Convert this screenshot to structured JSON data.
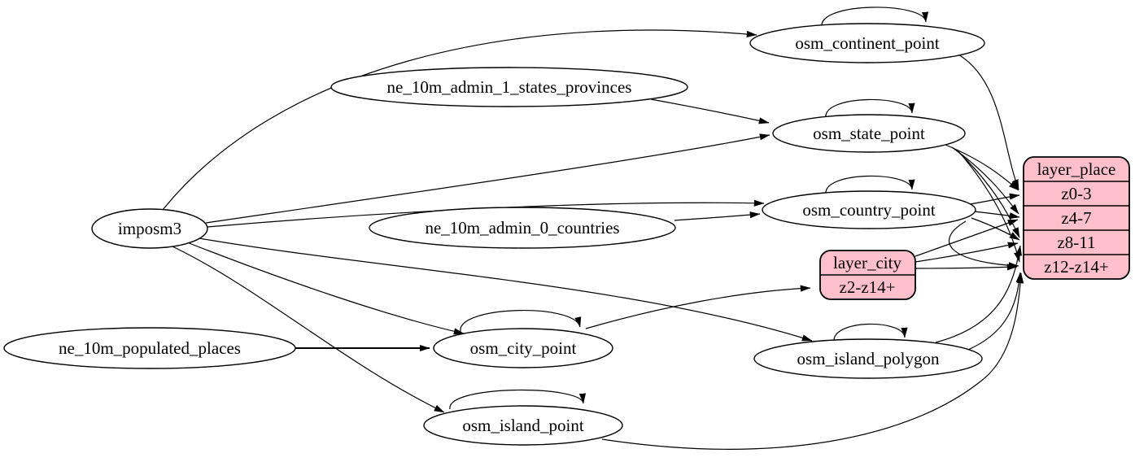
{
  "diagram": {
    "kind": "etl-graph",
    "colors": {
      "background": "#ffffff",
      "node_fill": "#ffffff",
      "record_fill": "#ffc0cb",
      "stroke": "#000000"
    },
    "nodes": {
      "imposm3": "imposm3",
      "ne_10m_admin_1_states_provinces": "ne_10m_admin_1_states_provinces",
      "ne_10m_admin_0_countries": "ne_10m_admin_0_countries",
      "ne_10m_populated_places": "ne_10m_populated_places",
      "osm_continent_point": "osm_continent_point",
      "osm_state_point": "osm_state_point",
      "osm_country_point": "osm_country_point",
      "osm_city_point": "osm_city_point",
      "osm_island_polygon": "osm_island_polygon",
      "osm_island_point": "osm_island_point"
    },
    "layers": {
      "layer_city": {
        "title": "layer_city",
        "rows": [
          "z2-z14+"
        ]
      },
      "layer_place": {
        "title": "layer_place",
        "rows": [
          "z0-3",
          "z4-7",
          "z8-11",
          "z12-z14+"
        ]
      }
    },
    "edges": [
      "imposm3 -> osm_continent_point",
      "imposm3 -> osm_state_point",
      "imposm3 -> osm_country_point",
      "imposm3 -> osm_city_point",
      "imposm3 -> osm_island_polygon",
      "imposm3 -> osm_island_point",
      "ne_10m_admin_1_states_provinces -> osm_state_point",
      "ne_10m_admin_0_countries -> osm_country_point",
      "ne_10m_populated_places -> osm_city_point",
      "osm_continent_point -> osm_continent_point",
      "osm_state_point -> osm_state_point",
      "osm_country_point -> osm_country_point",
      "osm_city_point -> osm_city_point",
      "osm_island_polygon -> osm_island_polygon",
      "osm_island_point -> osm_island_point",
      "osm_continent_point -> layer_place:z0-3",
      "osm_state_point -> layer_place:z0-3",
      "osm_country_point -> layer_place:z0-3",
      "osm_state_point -> layer_place:z4-7",
      "osm_country_point -> layer_place:z4-7",
      "layer_city -> layer_place:z4-7",
      "osm_state_point -> layer_place:z8-11",
      "osm_country_point -> layer_place:z8-11",
      "osm_island_polygon -> layer_place:z8-11",
      "layer_city -> layer_place:z8-11",
      "osm_state_point -> layer_place:z12-z14+",
      "osm_country_point -> layer_place:z12-z14+",
      "osm_island_polygon -> layer_place:z12-z14+",
      "osm_island_point -> layer_place:z12-z14+",
      "layer_city -> layer_place:z12-z14+",
      "osm_city_point -> layer_city:z2-z14+"
    ]
  }
}
